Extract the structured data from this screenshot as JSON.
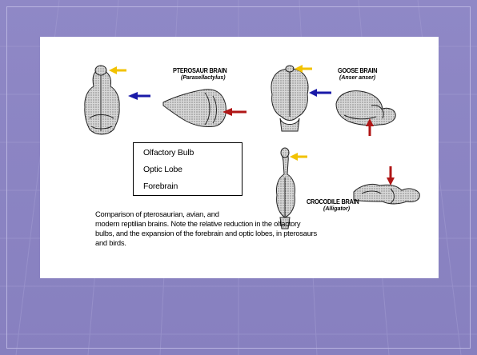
{
  "slide": {
    "labels": {
      "pterosaur_title": "PTEROSAUR BRAIN",
      "pterosaur_species": "(Parasellactylus)",
      "goose_title": "GOOSE BRAIN",
      "goose_species": "(Anser anser)",
      "crocodile_title": "CROCODILE BRAIN",
      "crocodile_species": "(Alligator)"
    },
    "legend": {
      "items": [
        {
          "label": "Olfactory Bulb",
          "color": "#f2c200"
        },
        {
          "label": "Optic Lobe",
          "color": "#1a1aa8"
        },
        {
          "label": "Forebrain",
          "color": "#b01616"
        }
      ]
    },
    "caption": {
      "line1": "Comparison of pterosaurian, avian, and",
      "line2": "modern reptilian brains. Note the relative reduction in the olfactory",
      "line3": "bulbs, and the expansion of the forebrain and optic lobes, in pterosaurs",
      "line4": "and birds."
    }
  },
  "colors": {
    "background": "#8c85c3",
    "panel": "#ffffff",
    "olfactory": "#f2c200",
    "optic": "#1a1aa8",
    "forebrain": "#b01616"
  }
}
